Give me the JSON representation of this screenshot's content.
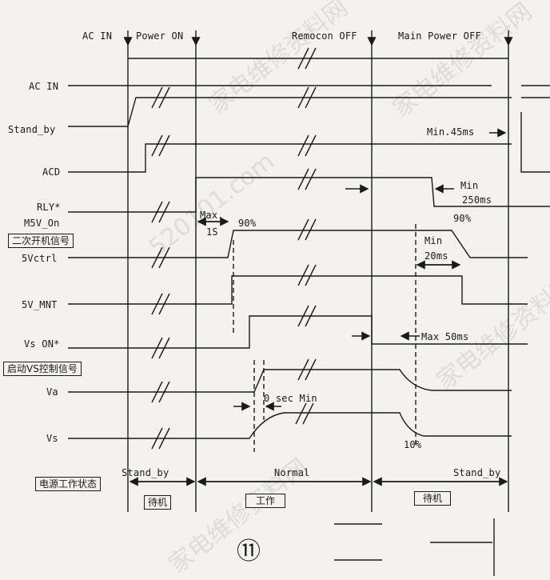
{
  "events": {
    "ac_in": "AC IN",
    "power_on": "Power ON",
    "remocon_off": "Remocon OFF",
    "main_power_off": "Main Power OFF"
  },
  "signals": {
    "ac_in": "AC IN",
    "stand_by": "Stand_by",
    "acd": "ACD",
    "rly": "RLY*",
    "m5v_on": "M5V_On",
    "secondary_on_signal": "二次开机信号",
    "v5ctrl": "5Vctrl",
    "v5_mnt": "5V_MNT",
    "vs_on": "Vs ON*",
    "vs_control_signal": "启动VS控制信号",
    "va": "Va",
    "vs": "Vs"
  },
  "annotations": {
    "max_1s_a": "Max.",
    "max_1s_b": "1S",
    "pct90_a": "90%",
    "pct90_b": "90%",
    "min45": "Min.45ms",
    "min250_a": "Min",
    "min250_b": "250ms",
    "min20_a": "Min",
    "min20_b": "20ms",
    "max50": "Max 50ms",
    "zero_sec": "0 sec Min",
    "pct10": "10%"
  },
  "states": {
    "row_label": "电源工作状态",
    "stand_by_1": "Stand_by",
    "normal": "Normal",
    "stand_by_2": "Stand_by",
    "cn_standby_1": "待机",
    "cn_work": "工作",
    "cn_standby_2": "待机"
  },
  "figure_number": "⑪",
  "watermark": "家电维修资料网",
  "watermark_url": "520101.com"
}
